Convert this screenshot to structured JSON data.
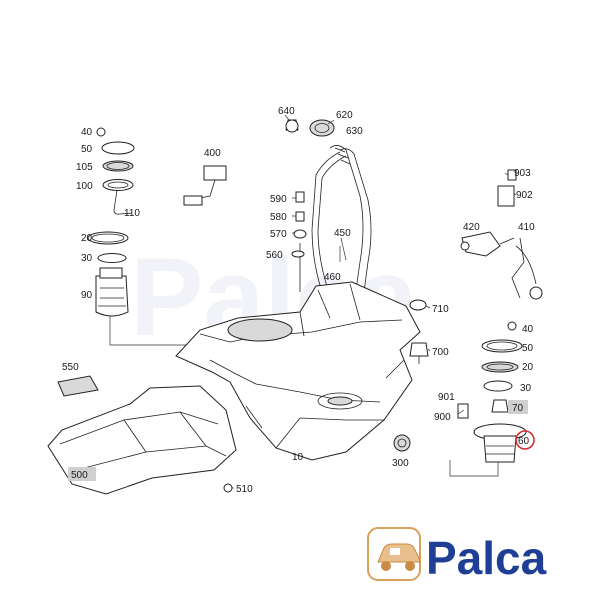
{
  "labels": {
    "p640": "640",
    "p620": "620",
    "p630": "630",
    "p40a": "40",
    "p50a": "50",
    "p105": "105",
    "p100": "100",
    "p110": "110",
    "p20a": "20",
    "p30a": "30",
    "p90": "90",
    "p400": "400",
    "p590": "590",
    "p580": "580",
    "p570": "570",
    "p560": "560",
    "p450": "450",
    "p460": "460",
    "p903": "903",
    "p902": "902",
    "p420": "420",
    "p410": "410",
    "p710": "710",
    "p700": "700",
    "p40b": "40",
    "p50b": "50",
    "p20b": "20",
    "p30b": "30",
    "p901": "901",
    "p900": "900",
    "p70": "70",
    "p60": "60",
    "p550": "550",
    "p500": "500",
    "p10": "10",
    "p300": "300",
    "p510": "510"
  },
  "brand": {
    "name": "Palca",
    "accent": "#1f3f97",
    "icon": "car-icon"
  },
  "colors": {
    "highlight_box": "#cfcfcf",
    "circle_marker": "#d32f2f"
  }
}
